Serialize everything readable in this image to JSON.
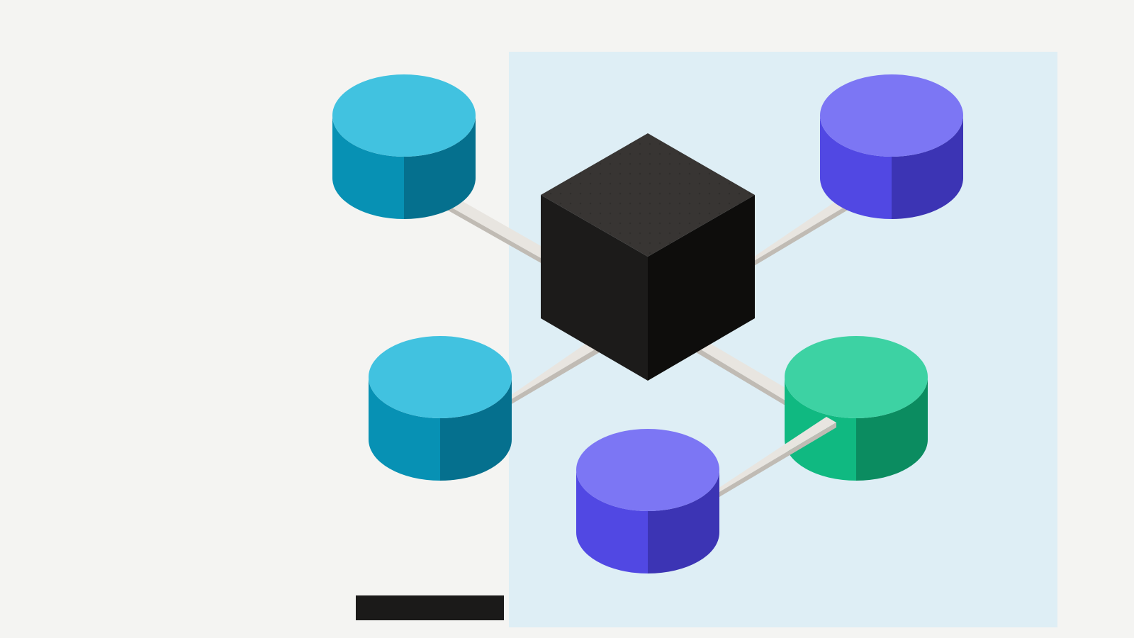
{
  "diagram": {
    "type": "isometric-architecture",
    "colors": {
      "background": "#f4f4f2",
      "panel": "#deeef5",
      "hub_top": "#383533",
      "hub_left": "#1c1b1a",
      "hub_right": "#0e0d0c",
      "hub_dots": "#2a2826",
      "connector_top": "#e8e5e0",
      "connector_side": "#d0cbc4",
      "connector_shade": "#c0bbb4",
      "label_bar": "#1b1a19"
    },
    "hub": {
      "name": "central-hub-cube",
      "label": ""
    },
    "nodes": [
      {
        "id": "db-top-left",
        "label": "",
        "palette": "cyan"
      },
      {
        "id": "db-top-right",
        "label": "",
        "palette": "indigo"
      },
      {
        "id": "db-mid-left",
        "label": "",
        "palette": "cyan"
      },
      {
        "id": "db-mid-right",
        "label": "",
        "palette": "green"
      },
      {
        "id": "db-bottom",
        "label": "",
        "palette": "indigo"
      }
    ],
    "palettes": {
      "cyan": {
        "top": "#41c2e0",
        "left": "#0791b4",
        "right": "#05708e"
      },
      "indigo": {
        "top": "#7c76f4",
        "left": "#5148e3",
        "right": "#3c34b4"
      },
      "green": {
        "top": "#3dd2a3",
        "left": "#10b981",
        "right": "#0b8c60"
      }
    },
    "links": [
      {
        "from": "db-top-left",
        "to": "central-hub-cube"
      },
      {
        "from": "central-hub-cube",
        "to": "db-top-right"
      },
      {
        "from": "central-hub-cube",
        "to": "db-mid-left"
      },
      {
        "from": "central-hub-cube",
        "to": "db-mid-right"
      },
      {
        "from": "db-mid-right",
        "to": "db-bottom"
      }
    ],
    "caption": ""
  }
}
